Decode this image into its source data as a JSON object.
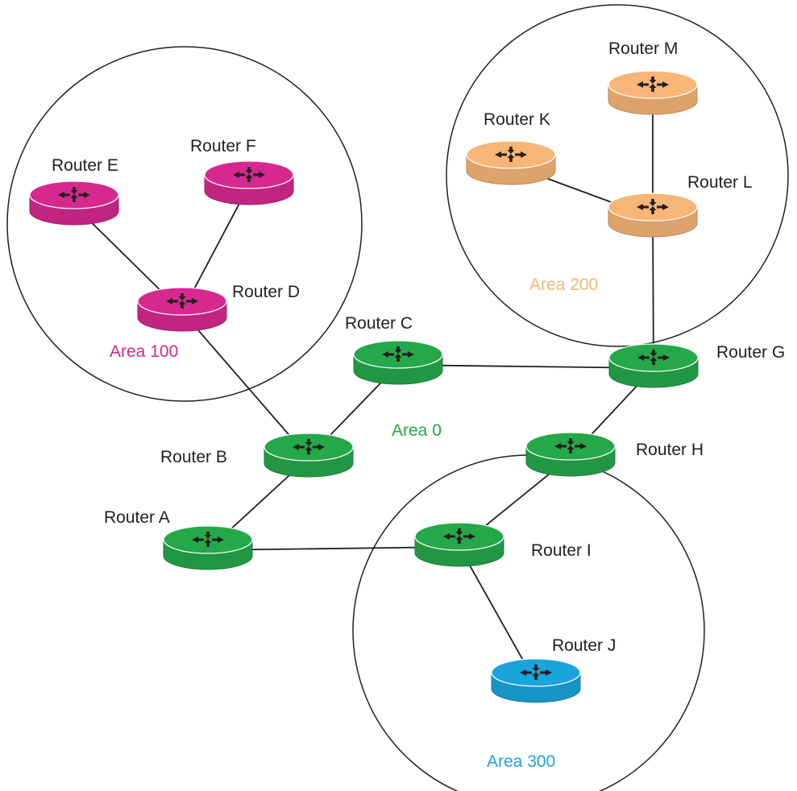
{
  "colors": {
    "magenta": "#d6288f",
    "green": "#25a84a",
    "orange": "#f7b577",
    "blue": "#1aa4dc",
    "line": "#231f20"
  },
  "areas": [
    {
      "id": "area100",
      "label": "Area 100",
      "color": "#d6288f"
    },
    {
      "id": "area200",
      "label": "Area 200",
      "color": "#f7b577"
    },
    {
      "id": "area0",
      "label": "Area 0",
      "color": "#25a84a"
    },
    {
      "id": "area300",
      "label": "Area 300",
      "color": "#1aa4dc"
    }
  ],
  "routers": [
    {
      "id": "A",
      "label": "Router A",
      "area": "area0",
      "color": "#25a84a"
    },
    {
      "id": "B",
      "label": "Router B",
      "area": "area0",
      "color": "#25a84a"
    },
    {
      "id": "C",
      "label": "Router C",
      "area": "area0",
      "color": "#25a84a"
    },
    {
      "id": "D",
      "label": "Router D",
      "area": "area100",
      "color": "#d6288f"
    },
    {
      "id": "E",
      "label": "Router E",
      "area": "area100",
      "color": "#d6288f"
    },
    {
      "id": "F",
      "label": "Router F",
      "area": "area100",
      "color": "#d6288f"
    },
    {
      "id": "G",
      "label": "Router G",
      "area": "area0",
      "color": "#25a84a"
    },
    {
      "id": "H",
      "label": "Router H",
      "area": "area0",
      "color": "#25a84a"
    },
    {
      "id": "I",
      "label": "Router I",
      "area": "area0",
      "color": "#25a84a"
    },
    {
      "id": "J",
      "label": "Router J",
      "area": "area300",
      "color": "#1aa4dc"
    },
    {
      "id": "K",
      "label": "Router K",
      "area": "area200",
      "color": "#f7b577"
    },
    {
      "id": "L",
      "label": "Router L",
      "area": "area200",
      "color": "#f7b577"
    },
    {
      "id": "M",
      "label": "Router M",
      "area": "area200",
      "color": "#f7b577"
    }
  ],
  "links": [
    [
      "E",
      "D"
    ],
    [
      "F",
      "D"
    ],
    [
      "D",
      "B"
    ],
    [
      "B",
      "C"
    ],
    [
      "B",
      "A"
    ],
    [
      "C",
      "G"
    ],
    [
      "A",
      "I"
    ],
    [
      "G",
      "H"
    ],
    [
      "H",
      "I"
    ],
    [
      "I",
      "J"
    ],
    [
      "G",
      "L"
    ],
    [
      "L",
      "K"
    ],
    [
      "L",
      "M"
    ]
  ]
}
